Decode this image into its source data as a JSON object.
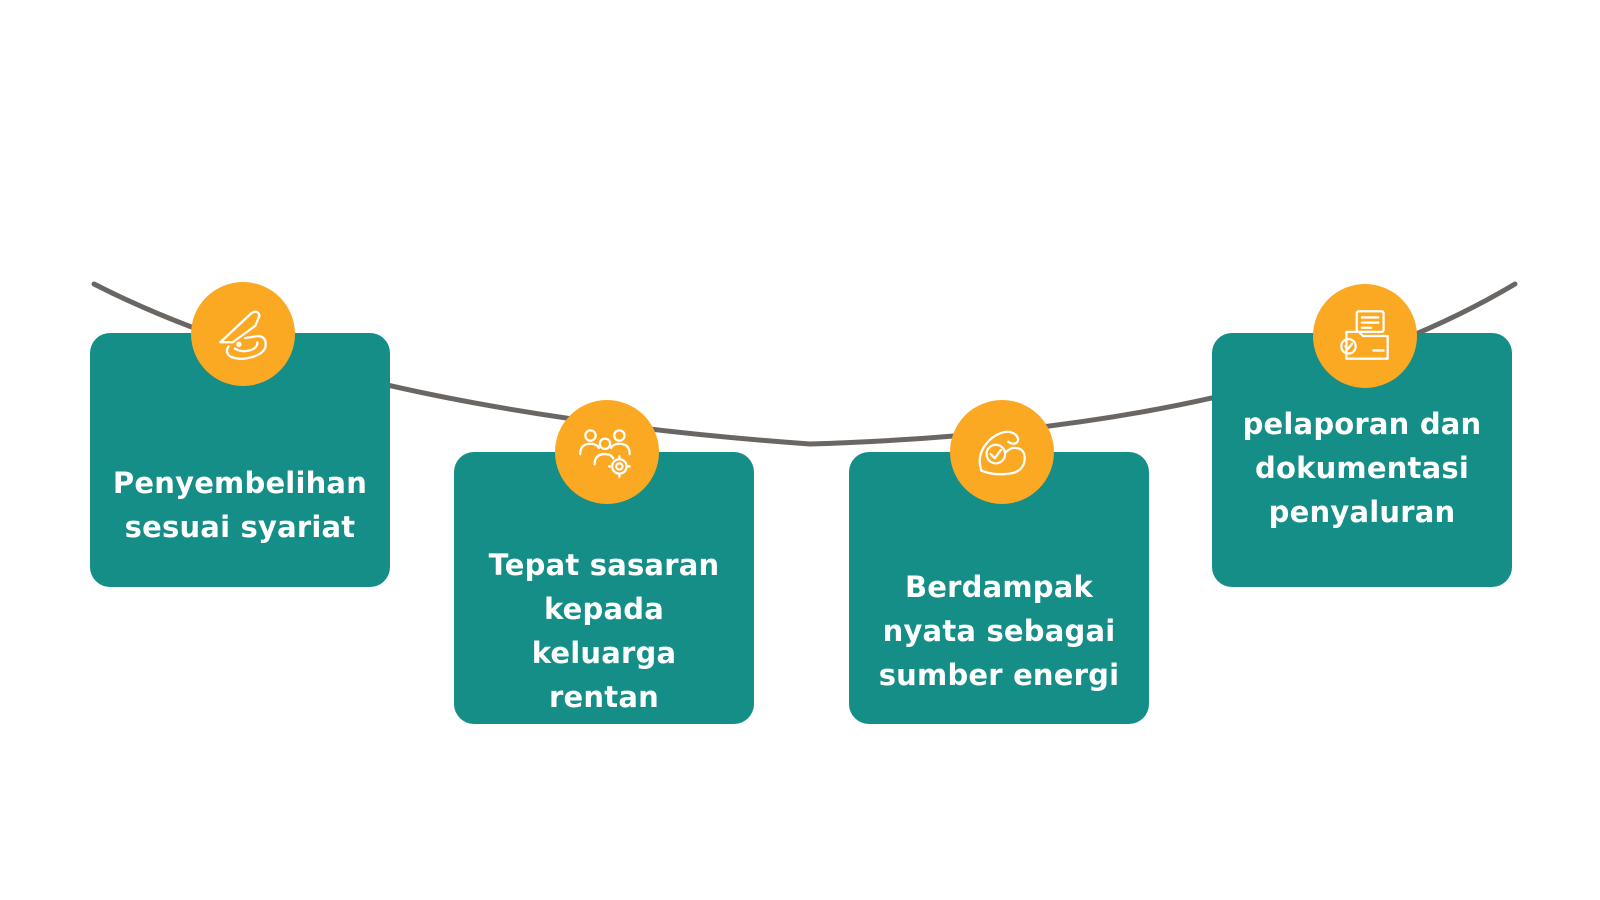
{
  "colors": {
    "card": "#158e87",
    "badge": "#fba823",
    "rope": "#6a6663",
    "icon_stroke": "#ffffff"
  },
  "items": [
    {
      "label": "Penyembelihan sesuai syariat",
      "icon": "knife-meat-icon"
    },
    {
      "label": "Tepat sasaran kepada keluarga rentan",
      "icon": "people-target-icon"
    },
    {
      "label": "Berdampak nyata sebagai sumber energi",
      "icon": "strong-arm-icon"
    },
    {
      "label": "pelaporan dan dokumentasi penyaluran",
      "icon": "documents-folder-icon"
    }
  ]
}
